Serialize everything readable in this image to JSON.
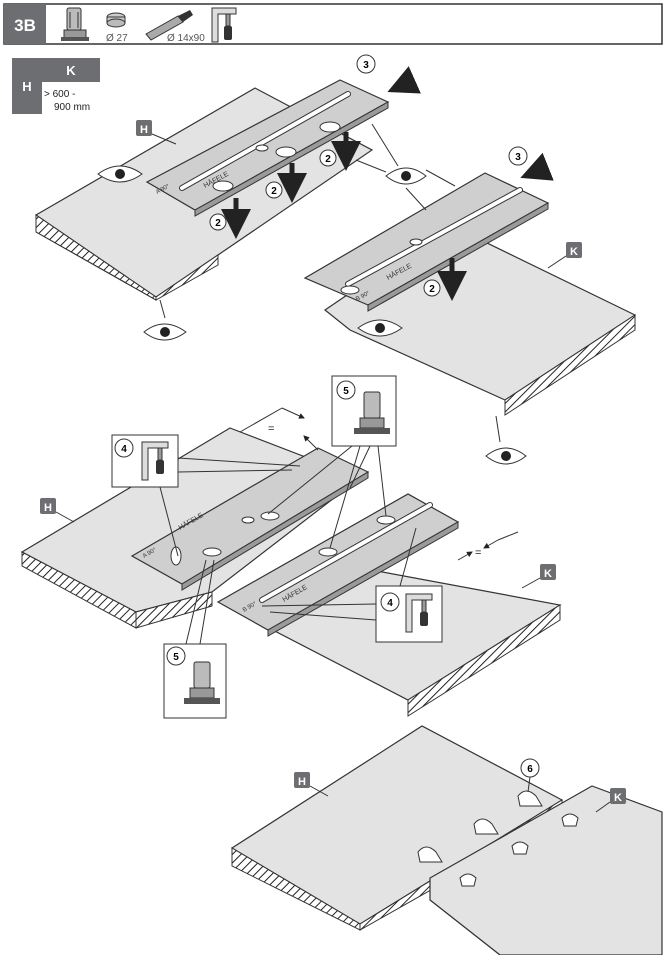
{
  "header": {
    "step_label": "3B",
    "tool_router_icon": "router-icon",
    "bit_diameter_label": "Ø 27",
    "dowel_size_label": "Ø 14x90",
    "clamp_icon": "clamp-icon"
  },
  "legend": {
    "h_label": "H",
    "k_label": "K",
    "range_line1": "> 600 -",
    "range_line2": "900 mm"
  },
  "panel_labels": {
    "h": "H",
    "k": "K"
  },
  "steps": {
    "s2": "2",
    "s3": "3",
    "s4": "4",
    "s5": "5",
    "s6": "6"
  },
  "marks": {
    "equal": "=",
    "brand": "HÄFELE",
    "angle_left": "A 90°",
    "angle_right": "B 90°"
  },
  "colors": {
    "header_bg": "#6d6e71",
    "panel_top": "#e3e3e3",
    "jig": "#c9c9c9",
    "label_bg": "#6d6e71"
  }
}
